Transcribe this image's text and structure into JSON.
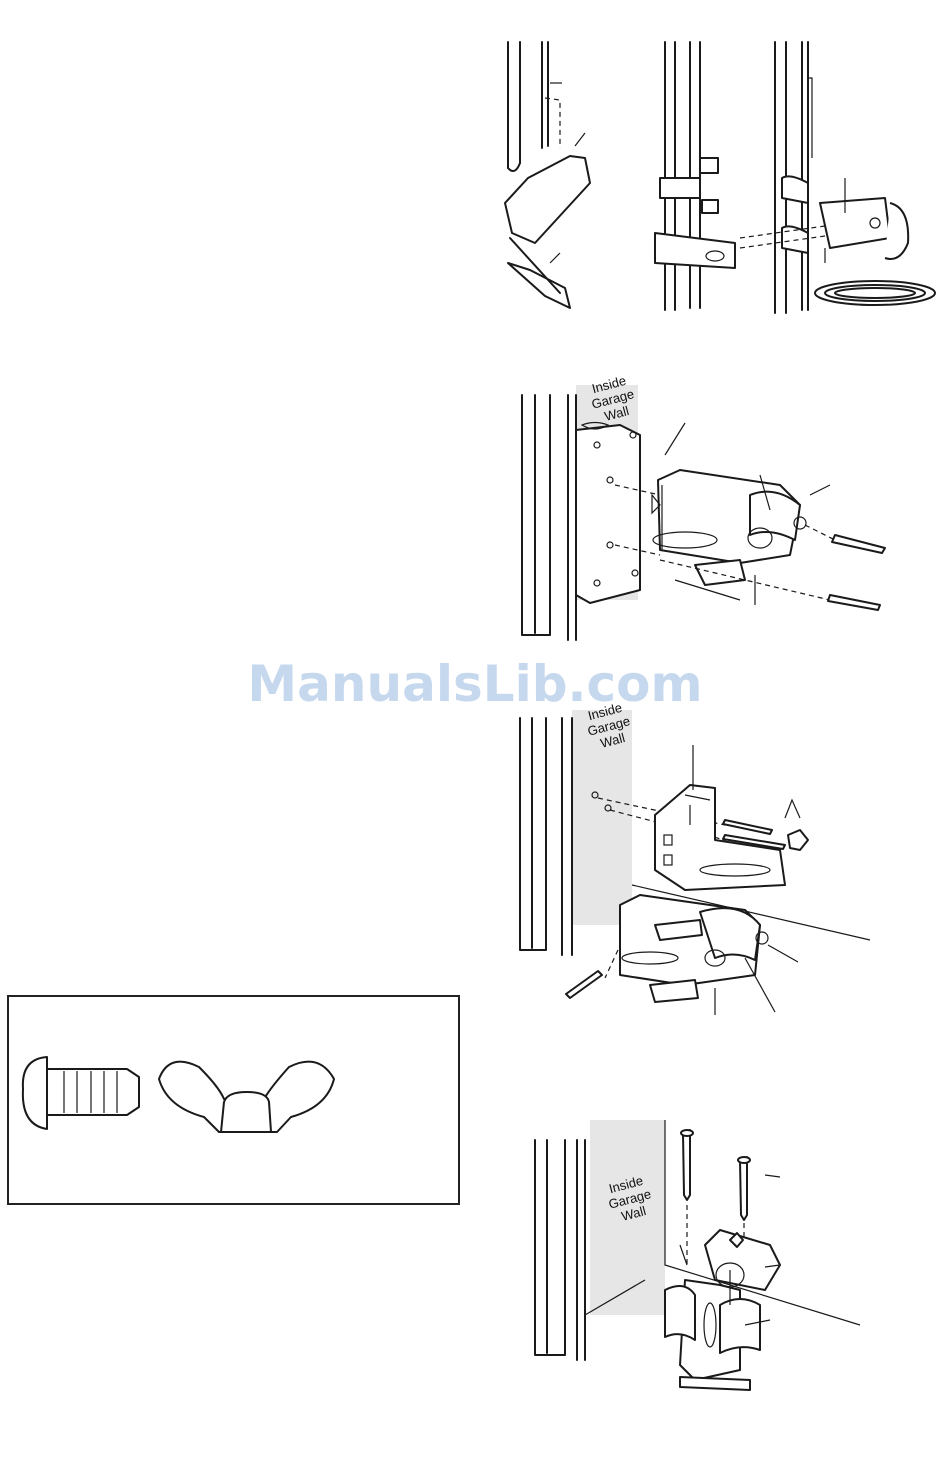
{
  "figures": {
    "fig2": {
      "wall_label": [
        "Inside",
        "Garage",
        "Wall"
      ]
    },
    "fig3": {
      "wall_label": [
        "Inside",
        "Garage",
        "Wall"
      ]
    },
    "fig4": {
      "wall_label": [
        "Inside",
        "Garage",
        "Wall"
      ]
    }
  },
  "watermark": "ManualsLib.com",
  "hardware_box": {
    "items": [
      {
        "icon": "carriage-bolt-icon"
      },
      {
        "icon": "wing-nut-icon"
      }
    ]
  }
}
